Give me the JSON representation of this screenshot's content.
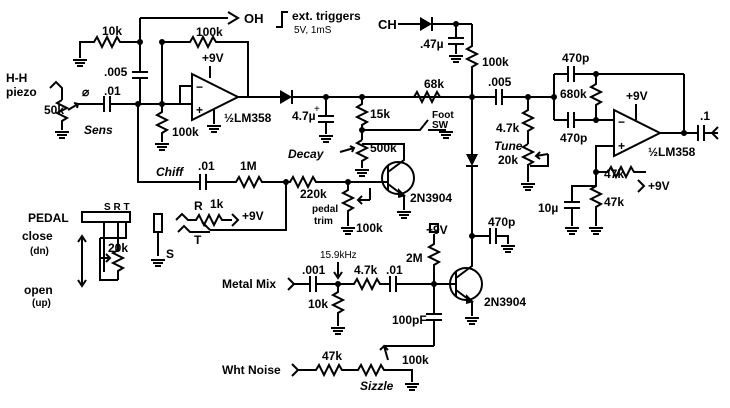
{
  "diagram": {
    "ext_triggers": "ext. triggers",
    "oh": "OH",
    "trigger_spec": "5V, 1mS",
    "ch": "CH",
    "hh_piezo": [
      "H-H",
      "piezo"
    ],
    "sens": "Sens",
    "chiff": "Chiff",
    "decay": "Decay",
    "tune": "Tune",
    "sizzle": "Sizzle",
    "pedal_trim": [
      "pedal",
      "trim"
    ],
    "foot_sw": [
      "Foot",
      "SW"
    ],
    "pedal": "PEDAL",
    "srt": "S R T",
    "close": "close",
    "dn": "(dn)",
    "open": "open",
    "up": "(up)",
    "metal_mix": "Metal Mix",
    "wht_noise": "Wht Noise",
    "freq_note": "15.9kHz",
    "plus9v": "+9V",
    "opamp": "½LM358",
    "transistor": "2N3904",
    "jack_pins": {
      "r": "R",
      "t": "T",
      "s": "S"
    },
    "components": {
      "r_10k_in": "10k",
      "c_005_fb": ".005",
      "r_100k_fb": "100k",
      "c_01_in": ".01",
      "pot_50k": "50k",
      "r_100k_bias": "100k",
      "c_47u": "4.7µ",
      "r_15k": "15k",
      "pot_500k": "500k",
      "r_68k": "68k",
      "c_47u_ch": ".47µ",
      "r_100k_ch": "100k",
      "c_005_out": ".005",
      "c_470p_a": "470p",
      "r_680k": "680k",
      "c_470p_b": "470p",
      "r_47k_tune": "4.7k",
      "pot_20k_tune": "20k",
      "c_1_out": ".1",
      "r_47k_a": "47k",
      "r_47k_b": "47k",
      "c_10u": "10µ",
      "c_01_chiff": ".01",
      "r_1m": "1M",
      "r_220k": "220k",
      "r_1k": "1k",
      "pot_100k_trim": "100k",
      "pot_20k_pedal": "20k",
      "c_470p_mid": "470p",
      "r_2m": "2M",
      "c_001": ".001",
      "r_47k_metal": "4.7k",
      "c_01_metal": ".01",
      "r_10k_metal": "10k",
      "c_100pf": "100pF",
      "r_47k_noise": "47k",
      "pot_100k_sizzle": "100k"
    }
  }
}
